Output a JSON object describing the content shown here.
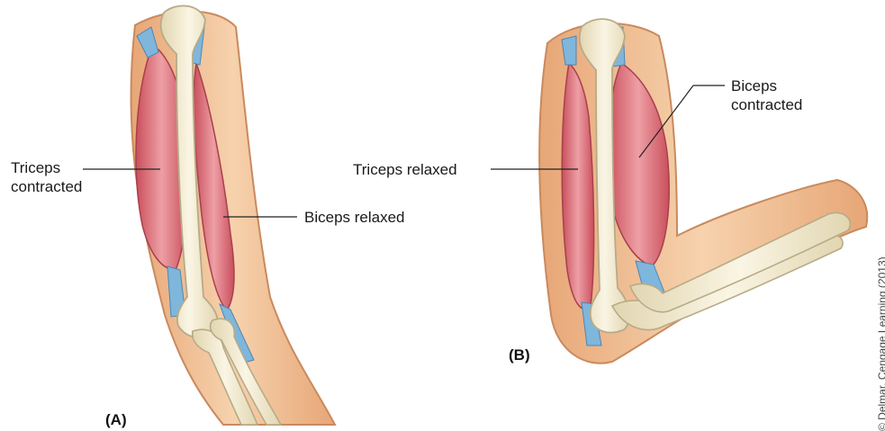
{
  "panels": {
    "a": {
      "label": "(A)",
      "triceps_label": "Triceps\ncontracted",
      "triceps_line1": "Triceps",
      "triceps_line2": "contracted",
      "biceps_label": "Biceps relaxed"
    },
    "b": {
      "label": "(B)",
      "triceps_label": "Triceps relaxed",
      "biceps_line1": "Biceps",
      "biceps_line2": "contracted"
    }
  },
  "credit": "© Delmar, Cengage Learning (2013)",
  "colors": {
    "skin": "#f4c59d",
    "skin_edge": "#c98a5e",
    "muscle": "#d9606b",
    "muscle_light": "#ec9aa0",
    "tendon": "#7fb6dc",
    "bone": "#f1ead2",
    "bone_edge": "#b7ab88",
    "leader": "#222222"
  }
}
